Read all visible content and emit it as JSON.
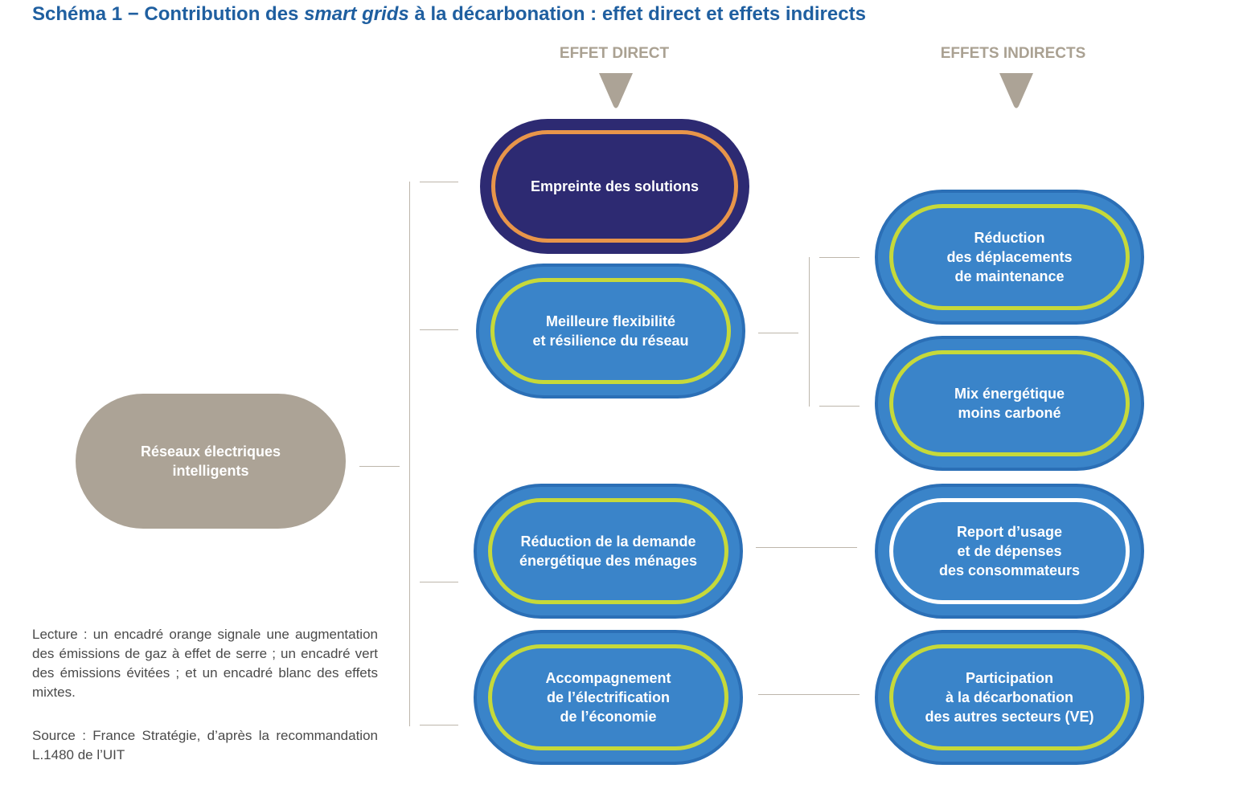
{
  "title": {
    "prefix": "Schéma 1 − Contribution des ",
    "italic": "smart grids",
    "suffix": " à la décarbonation : effet direct et effets indirects"
  },
  "columns": {
    "direct": "EFFET DIRECT",
    "indirect": "EFFETS INDIRECTS"
  },
  "nodes": {
    "root": [
      "Réseaux électriques",
      "intelligents"
    ],
    "empreinte": [
      "Empreinte des solutions"
    ],
    "flexibilite": [
      "Meilleure flexibilité",
      "et résilience du réseau"
    ],
    "demande": [
      "Réduction de la demande",
      "énergétique des ménages"
    ],
    "electrification": [
      "Accompagnement",
      "de l’électrification",
      "de l’économie"
    ],
    "deplacements": [
      "Réduction",
      "des déplacements",
      "de maintenance"
    ],
    "mix": [
      "Mix énergétique",
      "moins carboné"
    ],
    "report": [
      "Report d’usage",
      "et de dépenses",
      "des consommateurs"
    ],
    "participation": [
      "Participation",
      "à la décarbonation",
      "des autres secteurs (VE)"
    ]
  },
  "colors": {
    "title": "#1f5fa0",
    "blue_fill": "#3a84c9",
    "navy_fill": "#2d2a72",
    "orange_ring": "#e8954a",
    "green_ring": "#c6d93a",
    "white_ring": "#ffffff",
    "grey_fill": "#aca396"
  },
  "notes": {
    "lecture": "Lecture : un encadré orange signale une augmentation des émissions de gaz à effet de serre ; un encadré vert des émissions évitées ; et un encadré blanc des effets mixtes.",
    "source": "Source : France Stratégie, d’après la recommandation L.1480 de l’UIT"
  }
}
